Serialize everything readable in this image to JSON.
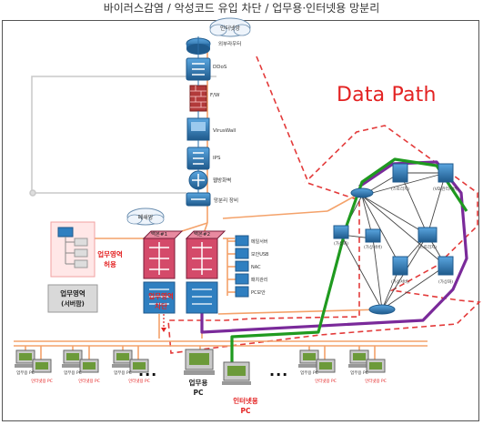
{
  "top_caption": "바이러스감염 / 악성코드 유입 차단 / 업무용·인터넷용 망분리",
  "data_path_label": "Data Path",
  "ellipsis": "...",
  "top_nodes": [
    {
      "label": "인터넷망"
    },
    {
      "label": "외부라우터"
    },
    {
      "label": "DDoS"
    },
    {
      "label": "F/W"
    },
    {
      "label": "VirusWall"
    },
    {
      "label": "IPS"
    },
    {
      "label": "웹방화벽"
    },
    {
      "label": "망분리 장비"
    }
  ],
  "cloud_mid": "폐쇄망",
  "core_switches": [
    {
      "label": "백본#1"
    },
    {
      "label": "백본#2"
    }
  ],
  "server_ports": [
    "메일서버",
    "보안USB",
    "NAC",
    "패치관리",
    "PC보안"
  ],
  "server_zone": {
    "title": "업무영역",
    "subtitle": "(서버팜)"
  },
  "allow_label": [
    "업무영역",
    "허용"
  ],
  "block_label": [
    "업무영역",
    "차단"
  ],
  "cluster_nodes": [
    "(스토리지)",
    "(VDI관리서버)",
    "(가상화)",
    "(가상서버)",
    "(스토리지)",
    "(가상서버)",
    "(가상화)",
    "(웹서버)",
    "(VDI서버)"
  ],
  "pcs_left": [
    {
      "top": "업무용 PC",
      "bottom": "인터넷용 PC"
    },
    {
      "top": "업무용 PC",
      "bottom": "인터넷용 PC"
    },
    {
      "top": "업무용 PC",
      "bottom": "인터넷용 PC"
    }
  ],
  "pc_center": {
    "top_line1": "업무용",
    "top_line2": "PC",
    "bottom_line1": "인터넷용",
    "bottom_line2": "PC"
  },
  "pcs_right": [
    {
      "top": "업무용 PC",
      "bottom": "인터넷용 PC"
    },
    {
      "top": "업무용 PC",
      "bottom": "인터넷용 PC"
    }
  ],
  "colors": {
    "orange": "#f4a26a",
    "green": "#1f9a1f",
    "purple": "#7a2a9a",
    "red_dash": "#e33a3a",
    "device_blue": "#2f7fc0",
    "device_dark": "#1f5a8c",
    "firewall_red": "#b23a3a"
  }
}
